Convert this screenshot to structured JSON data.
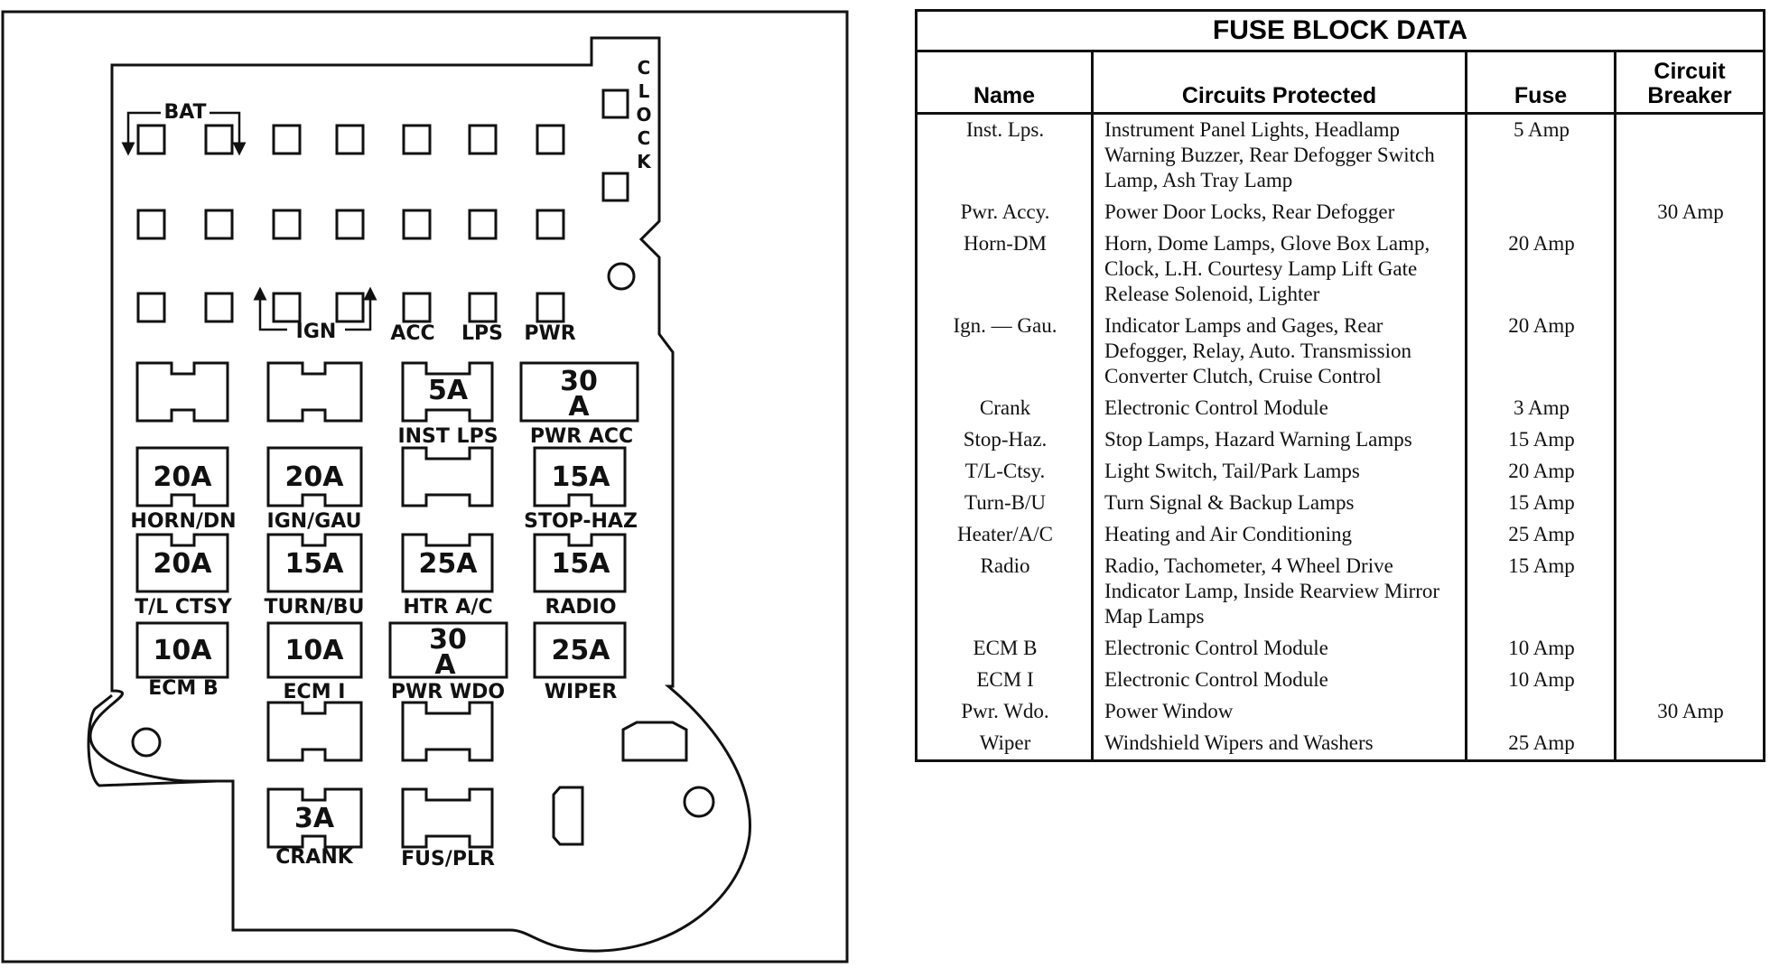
{
  "diagram": {
    "clock_letters": [
      "C",
      "L",
      "O",
      "C",
      "K"
    ],
    "bat_label": "BAT",
    "ign_label": "IGN",
    "acc_label": "ACC",
    "lps_label": "LPS",
    "pwr_label": "PWR",
    "fuses": {
      "inst_lps": {
        "value": "5A",
        "label": "INST LPS"
      },
      "pwr_acc": {
        "value1": "30",
        "value2": "A",
        "label": "PWR ACC"
      },
      "horn_dn": {
        "value": "20A",
        "label": "HORN/DN"
      },
      "ign_gau": {
        "value": "20A",
        "label": "IGN/GAU"
      },
      "stop_haz": {
        "value": "15A",
        "label": "STOP-HAZ"
      },
      "tl_ctsy": {
        "value": "20A",
        "label": "T/L CTSY"
      },
      "turn_bu": {
        "value": "15A",
        "label": "TURN/BU"
      },
      "htr_ac": {
        "value": "25A",
        "label": "HTR A/C"
      },
      "radio": {
        "value": "15A",
        "label": "RADIO"
      },
      "ecm_b": {
        "value": "10A",
        "label": "ECM B"
      },
      "ecm_i": {
        "value": "10A",
        "label": "ECM I"
      },
      "pwr_wdo": {
        "value1": "30",
        "value2": "A",
        "label": "PWR WDO"
      },
      "wiper": {
        "value": "25A",
        "label": "WIPER"
      },
      "crank": {
        "value": "3A",
        "label": "CRANK"
      },
      "fus_plr": {
        "label": "FUS/PLR"
      }
    }
  },
  "table": {
    "title": "FUSE BLOCK DATA",
    "headers": {
      "name": "Name",
      "circuits": "Circuits Protected",
      "fuse": "Fuse",
      "cb_line1": "Circuit",
      "cb_line2": "Breaker"
    },
    "rows": [
      {
        "name": "Inst. Lps.",
        "circuits": "Instrument Panel Lights, Headlamp Warning Buzzer, Rear Defogger Switch Lamp, Ash Tray Lamp",
        "fuse": "5 Amp",
        "breaker": ""
      },
      {
        "name": "Pwr. Accy.",
        "circuits": "Power Door Locks, Rear Defogger",
        "fuse": "",
        "breaker": "30 Amp"
      },
      {
        "name": "Horn-DM",
        "circuits": "Horn, Dome Lamps, Glove Box Lamp, Clock, L.H. Courtesy Lamp Lift Gate Release Solenoid, Lighter",
        "fuse": "20 Amp",
        "breaker": ""
      },
      {
        "name": "Ign. — Gau.",
        "circuits": "Indicator Lamps and Gages, Rear Defogger, Relay, Auto. Transmission Converter Clutch, Cruise Control",
        "fuse": "20 Amp",
        "breaker": ""
      },
      {
        "name": "Crank",
        "circuits": "Electronic Control Module",
        "fuse": "3 Amp",
        "breaker": ""
      },
      {
        "name": "Stop-Haz.",
        "circuits": "Stop Lamps, Hazard Warning Lamps",
        "fuse": "15 Amp",
        "breaker": ""
      },
      {
        "name": "T/L-Ctsy.",
        "circuits": "Light Switch, Tail/Park Lamps",
        "fuse": "20 Amp",
        "breaker": ""
      },
      {
        "name": "Turn-B/U",
        "circuits": "Turn Signal & Backup Lamps",
        "fuse": "15 Amp",
        "breaker": ""
      },
      {
        "name": "Heater/A/C",
        "circuits": "Heating and Air Conditioning",
        "fuse": "25 Amp",
        "breaker": ""
      },
      {
        "name": "Radio",
        "circuits": "Radio, Tachometer, 4 Wheel Drive Indicator Lamp, Inside Rearview Mirror Map Lamps",
        "fuse": "15 Amp",
        "breaker": ""
      },
      {
        "name": "ECM B",
        "circuits": "Electronic Control Module",
        "fuse": "10 Amp",
        "breaker": ""
      },
      {
        "name": "ECM I",
        "circuits": "Electronic Control Module",
        "fuse": "10 Amp",
        "breaker": ""
      },
      {
        "name": "Pwr. Wdo.",
        "circuits": "Power Window",
        "fuse": "",
        "breaker": "30 Amp"
      },
      {
        "name": "Wiper",
        "circuits": "Windshield Wipers and Washers",
        "fuse": "25 Amp",
        "breaker": ""
      }
    ]
  }
}
